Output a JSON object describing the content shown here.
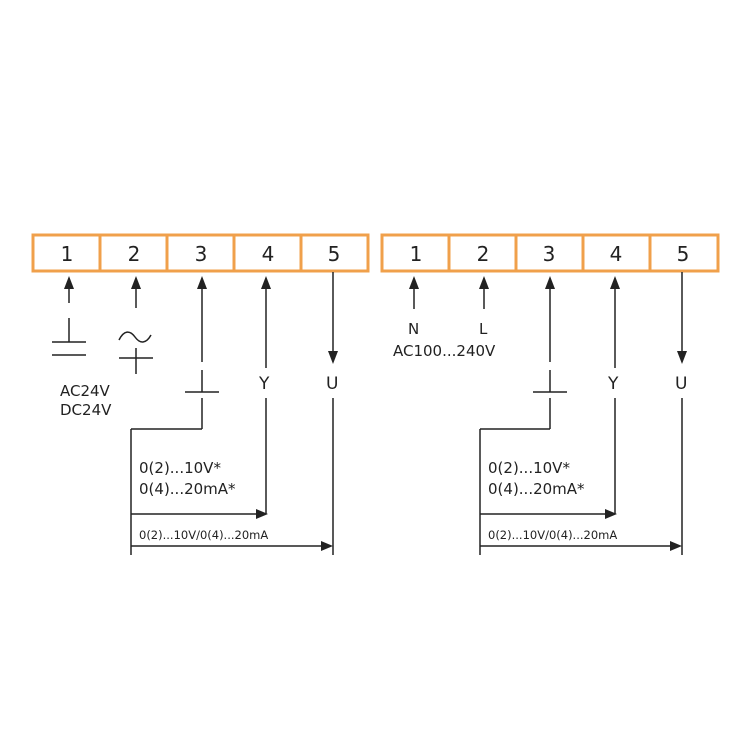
{
  "colors": {
    "terminal_border": "#f0a04b",
    "ink": "#222222"
  },
  "left_block": {
    "terminals": [
      "1",
      "2",
      "3",
      "4",
      "5"
    ],
    "supply_label_1": "AC24V",
    "supply_label_2": "DC24V",
    "signal_y": "Y",
    "signal_u": "U",
    "input_range_1": "0(2)...10V*",
    "input_range_2": "0(4)...20mA*",
    "output_range": "0(2)...10V/0(4)...20mA"
  },
  "right_block": {
    "terminals": [
      "1",
      "2",
      "3",
      "4",
      "5"
    ],
    "neutral": "N",
    "line": "L",
    "supply_label": "AC100...240V",
    "signal_y": "Y",
    "signal_u": "U",
    "input_range_1": "0(2)...10V*",
    "input_range_2": "0(4)...20mA*",
    "output_range": "0(2)...10V/0(4)...20mA"
  }
}
